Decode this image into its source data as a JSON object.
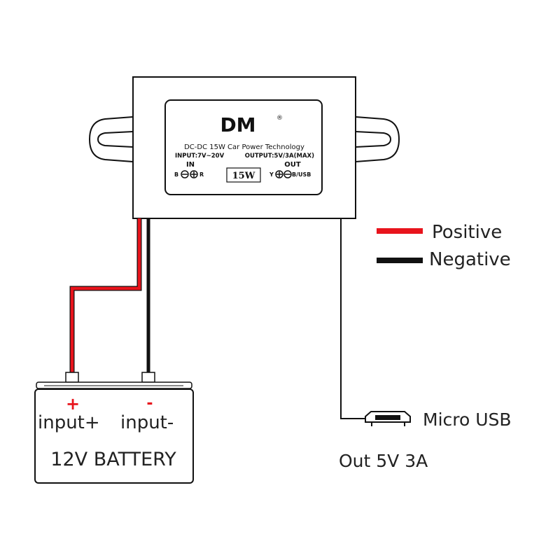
{
  "module": {
    "logo": "DM",
    "registered": "®",
    "title": "DC-DC 15W Car Power Technology",
    "input_spec": "INPUT:7V~20V",
    "output_spec": "OUTPUT:5V/3A(MAX)",
    "in_label": "IN",
    "in_pins_left": "B",
    "in_pins_right": "R",
    "power_badge": "15W",
    "out_label": "OUT",
    "out_pins_left": "Y",
    "out_pins_right": "B/USB"
  },
  "legend": {
    "positive": "Positive",
    "negative": "Negative",
    "positive_color": "#e8141c",
    "negative_color": "#111111"
  },
  "battery": {
    "plus_sign": "+",
    "minus_sign": "-",
    "plus_label": "input+",
    "minus_label": "input-",
    "name": "12V BATTERY"
  },
  "output": {
    "connector": "Micro USB",
    "spec": "Out 5V 3A"
  }
}
